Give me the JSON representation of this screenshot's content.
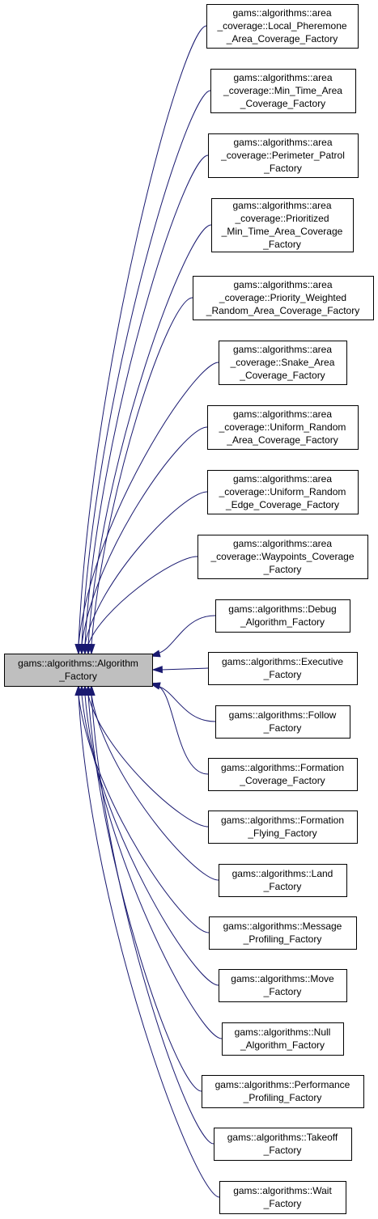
{
  "diagram": {
    "colors": {
      "edge": "#191970",
      "root_fill": "#bfbfbf",
      "node_fill": "#ffffff",
      "border": "#000000"
    },
    "root": {
      "id": "root",
      "lines": [
        "gams::algorithms::Algorithm",
        "_Factory"
      ]
    },
    "children": [
      {
        "id": "local-pheremone",
        "lines": [
          "gams::algorithms::area",
          "_coverage::Local_Pheremone",
          "_Area_Coverage_Factory"
        ]
      },
      {
        "id": "min-time-area",
        "lines": [
          "gams::algorithms::area",
          "_coverage::Min_Time_Area",
          "_Coverage_Factory"
        ]
      },
      {
        "id": "perimeter-patrol",
        "lines": [
          "gams::algorithms::area",
          "_coverage::Perimeter_Patrol",
          "_Factory"
        ]
      },
      {
        "id": "prioritized-min-time",
        "lines": [
          "gams::algorithms::area",
          "_coverage::Prioritized",
          "_Min_Time_Area_Coverage",
          "_Factory"
        ]
      },
      {
        "id": "priority-weighted-random",
        "lines": [
          "gams::algorithms::area",
          "_coverage::Priority_Weighted",
          "_Random_Area_Coverage_Factory"
        ]
      },
      {
        "id": "snake-area",
        "lines": [
          "gams::algorithms::area",
          "_coverage::Snake_Area",
          "_Coverage_Factory"
        ]
      },
      {
        "id": "uniform-random-area",
        "lines": [
          "gams::algorithms::area",
          "_coverage::Uniform_Random",
          "_Area_Coverage_Factory"
        ]
      },
      {
        "id": "uniform-random-edge",
        "lines": [
          "gams::algorithms::area",
          "_coverage::Uniform_Random",
          "_Edge_Coverage_Factory"
        ]
      },
      {
        "id": "waypoints-coverage",
        "lines": [
          "gams::algorithms::area",
          "_coverage::Waypoints_Coverage",
          "_Factory"
        ]
      },
      {
        "id": "debug-algorithm",
        "lines": [
          "gams::algorithms::Debug",
          "_Algorithm_Factory"
        ]
      },
      {
        "id": "executive",
        "lines": [
          "gams::algorithms::Executive",
          "_Factory"
        ]
      },
      {
        "id": "follow",
        "lines": [
          "gams::algorithms::Follow",
          "_Factory"
        ]
      },
      {
        "id": "formation-coverage",
        "lines": [
          "gams::algorithms::Formation",
          "_Coverage_Factory"
        ]
      },
      {
        "id": "formation-flying",
        "lines": [
          "gams::algorithms::Formation",
          "_Flying_Factory"
        ]
      },
      {
        "id": "land",
        "lines": [
          "gams::algorithms::Land",
          "_Factory"
        ]
      },
      {
        "id": "message-profiling",
        "lines": [
          "gams::algorithms::Message",
          "_Profiling_Factory"
        ]
      },
      {
        "id": "move",
        "lines": [
          "gams::algorithms::Move",
          "_Factory"
        ]
      },
      {
        "id": "null-algorithm",
        "lines": [
          "gams::algorithms::Null",
          "_Algorithm_Factory"
        ]
      },
      {
        "id": "performance-profiling",
        "lines": [
          "gams::algorithms::Performance",
          "_Profiling_Factory"
        ]
      },
      {
        "id": "takeoff",
        "lines": [
          "gams::algorithms::Takeoff",
          "_Factory"
        ]
      },
      {
        "id": "wait",
        "lines": [
          "gams::algorithms::Wait",
          "_Factory"
        ]
      }
    ]
  }
}
